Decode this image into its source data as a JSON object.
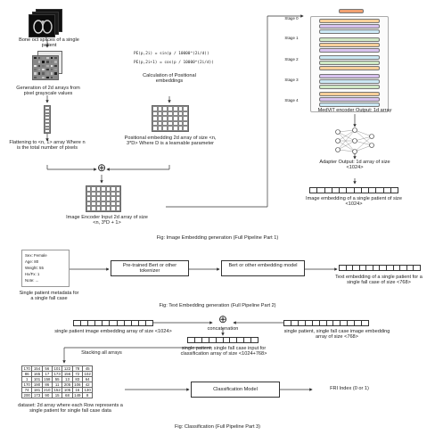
{
  "part1": {
    "bone_label": "Bone oct splices of a single patient",
    "gen_label": "Generation of 2d arrays from pixel grayscale values",
    "flatten_label": "Flattening to <n, 1> array Where n is the total number of pixels",
    "pe_formula_1": "PE(p,2i) = sin(p / 10000^(2i/d))",
    "pe_formula_2": "PE(p,2i+1) = cos(p / 10000^(2i/d))",
    "pe_calc_label": "Calculation of Positional embeddings",
    "pe_array_label": "Positional embedding 2d array of size <n, 3*D> Where D is a learnable parameter",
    "plus": "⊕",
    "encoder_input_label": "Image Encoder Input 2d array of size <n, 3*D + 1>",
    "medvit_label": "MedViT encoder Output: 1d array",
    "adapter_label": "Adapter Output: 1d array of size <1024>",
    "image_embedding_label": "Image embedding of a single patient of size <1024>",
    "stage_labels": [
      "Stage 0",
      "Stage 1",
      "Stage 2",
      "Stage 3",
      "Stage 4"
    ],
    "caption": "Fig: Image Embedding generation (Full Pipeline Part 1)"
  },
  "part2": {
    "metadata_lines": [
      "Sex: Female",
      "Age: 80",
      "Weight: 55",
      "Hx/Fx: 1",
      "Note: ..."
    ],
    "metadata_label": "Single patient metadata for a single fall case",
    "tokenizer_label": "Pre-trained Bert or other tokenizer",
    "model_label": "Bert or other embedding model",
    "text_embedding_label": "Text embedding of a single patient for a single fall case of size <768>",
    "caption": "Fig: Text Embedding generation (Full Pipeline Part 2)"
  },
  "part3": {
    "image_emb_label": "single patient image embedding array of size <1024>",
    "concat_label": "concatenation",
    "text_emb_label": "single patient, single fall case image embedding array of size <768>",
    "combined_label": "single patient, single fall case input for classification array of size <1024+768>",
    "stacking_label": "Stacking all arrays",
    "dataset_label": "dataset: 2d array where each Row represents a single patient for single fall case data",
    "model_label": "Classification Model",
    "fri_label": "FRI Index (0 or 1)",
    "table_rows": [
      [
        "170",
        "154",
        "56",
        "101",
        "122",
        "78",
        "45"
      ],
      [
        "86",
        "165",
        "17",
        "173",
        "156",
        "72",
        "102"
      ],
      [
        "1",
        "101",
        "158",
        "55",
        "13",
        "83",
        "64"
      ],
      [
        "170",
        "190",
        "86",
        "11",
        "205",
        "106",
        "42"
      ],
      [
        "74",
        "181",
        "210",
        "152",
        "105",
        "16",
        "130"
      ],
      [
        "200",
        "173",
        "90",
        "15",
        "68",
        "149",
        "8"
      ]
    ],
    "caption": "Fig: Classification (Full Pipeline Part 3)"
  }
}
